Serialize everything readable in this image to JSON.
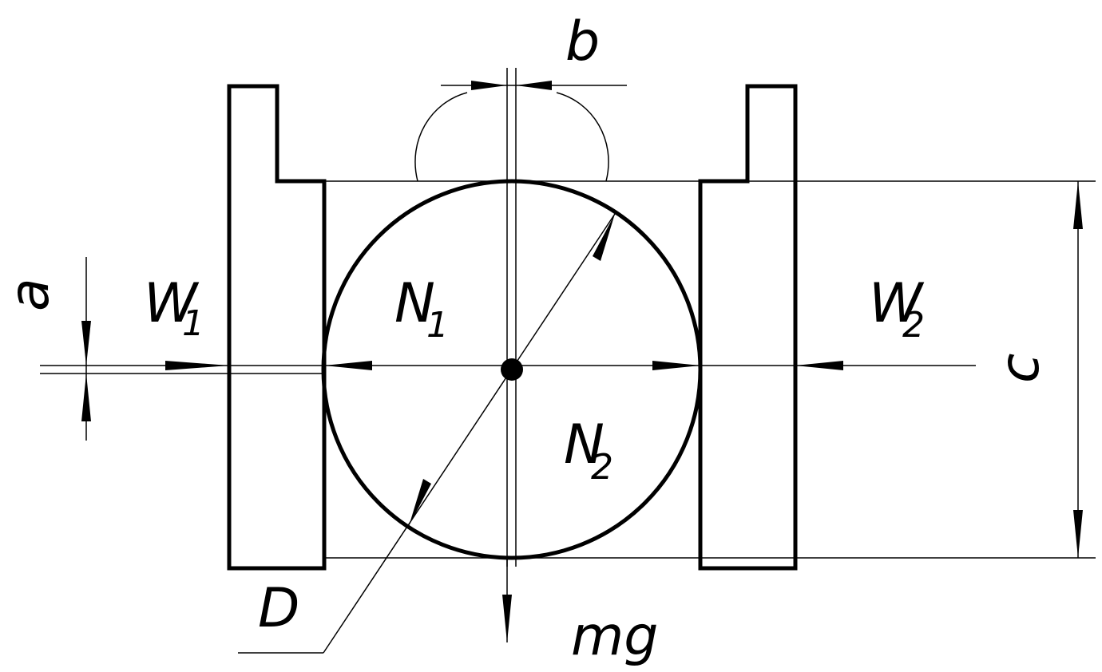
{
  "labels": {
    "b": "b",
    "a": "a",
    "c": "c",
    "D": "D",
    "mg": "mg",
    "W1": {
      "main": "W",
      "sub": "1"
    },
    "W2": {
      "main": "W",
      "sub": "2"
    },
    "N1": {
      "main": "N",
      "sub": "1"
    },
    "N2": {
      "main": "N",
      "sub": "2"
    }
  }
}
